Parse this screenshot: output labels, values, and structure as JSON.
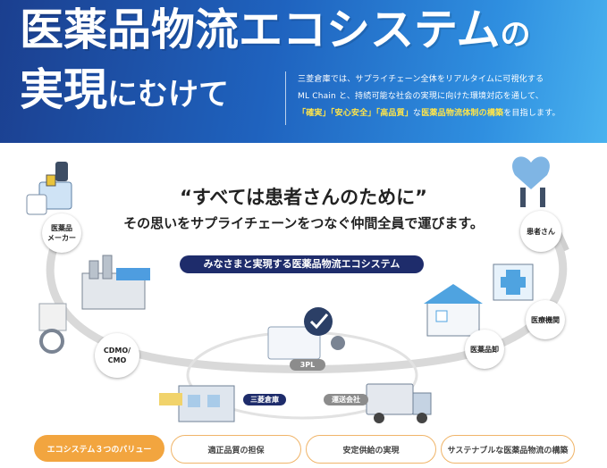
{
  "header": {
    "title_line1_main": "医薬品物流エコシステム",
    "title_line1_suffix": "の",
    "title_line2_a": "実現",
    "title_line2_b": "にむけて",
    "intro_line1": "三菱倉庫では、サプライチェーン全体をリアルタイムに可視化する",
    "intro_line2": "ML Chain と、持続可能な社会の実現に向けた環境対応を通して、",
    "intro_hl1": "「確実」「安心安全」「高品質」",
    "intro_mid": "な",
    "intro_bold": "医薬品物流体制の構築",
    "intro_end": "を目指します。"
  },
  "diagram": {
    "quote": "“すべては患者さんのために”",
    "subtitle": "その思いをサプライチェーンをつなぐ仲間全員で運びます。",
    "pill": "みなさまと実現する医薬品物流エコシステム",
    "nodes": {
      "maker_line1": "医薬品",
      "maker_line2": "メーカー",
      "cdmo_line1": "CDMO/",
      "cdmo_line2": "CMO",
      "patient": "患者さん",
      "hospital": "医療機関",
      "pharmacy": "医薬品卸"
    },
    "tags": {
      "threepl": "3PL",
      "mitsubishi": "三菱倉庫",
      "transport": "運送会社"
    }
  },
  "values": {
    "lead": "エコシステム３つのバリュー",
    "items": [
      "適正品質の担保",
      "安定供給の実現",
      "サステナブルな医薬品物流の構築"
    ]
  },
  "colors": {
    "banner_dark": "#1b3f8f",
    "banner_light": "#49b2ef",
    "highlight": "#ffe54a",
    "navy": "#1e2c6b",
    "orange": "#f2a53f",
    "ring": "#dcdcdc"
  }
}
